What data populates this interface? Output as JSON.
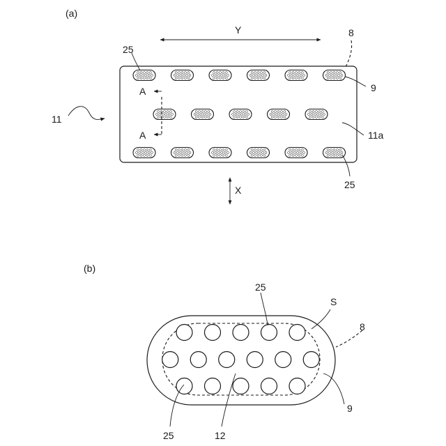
{
  "panel_a": {
    "label": "(a)",
    "dir_y": "Y",
    "dir_x": "X",
    "ref_8": "8",
    "ref_9": "9",
    "ref_25_top": "25",
    "ref_25_bottom": "25",
    "ref_11": "11",
    "ref_11a": "11a",
    "section_a_top": "A",
    "section_a_bottom": "A",
    "rows": [
      {
        "count": 6
      },
      {
        "count": 5
      },
      {
        "count": 6
      }
    ]
  },
  "panel_b": {
    "label": "(b)",
    "ref_25_top": "25",
    "ref_s": "S",
    "ref_8": "8",
    "ref_9": "9",
    "ref_25_bottom": "25",
    "ref_12": "12",
    "hole_rows": [
      5,
      6,
      5
    ]
  }
}
